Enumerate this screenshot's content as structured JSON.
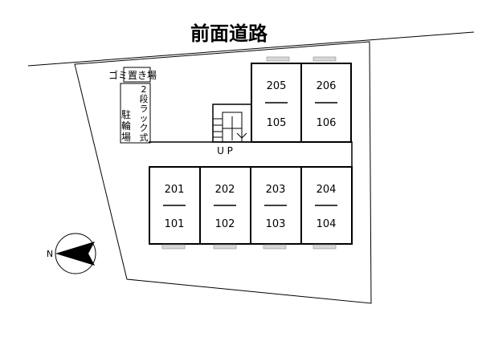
{
  "road": {
    "title": "前面道路"
  },
  "facilities": {
    "garbage": "ゴミ置き場",
    "bike_rack": [
      "2",
      "段",
      "ラ",
      "ッ",
      "ク",
      "式"
    ],
    "parking": [
      "駐",
      "輪",
      "場"
    ]
  },
  "stairs": {
    "label": "U P"
  },
  "compass": {
    "north": "N"
  },
  "units": {
    "upper_row": [
      {
        "top": "205",
        "bottom": "105"
      },
      {
        "top": "206",
        "bottom": "106"
      }
    ],
    "lower_row": [
      {
        "top": "201",
        "bottom": "101"
      },
      {
        "top": "202",
        "bottom": "102"
      },
      {
        "top": "203",
        "bottom": "103"
      },
      {
        "top": "204",
        "bottom": "104"
      }
    ]
  }
}
